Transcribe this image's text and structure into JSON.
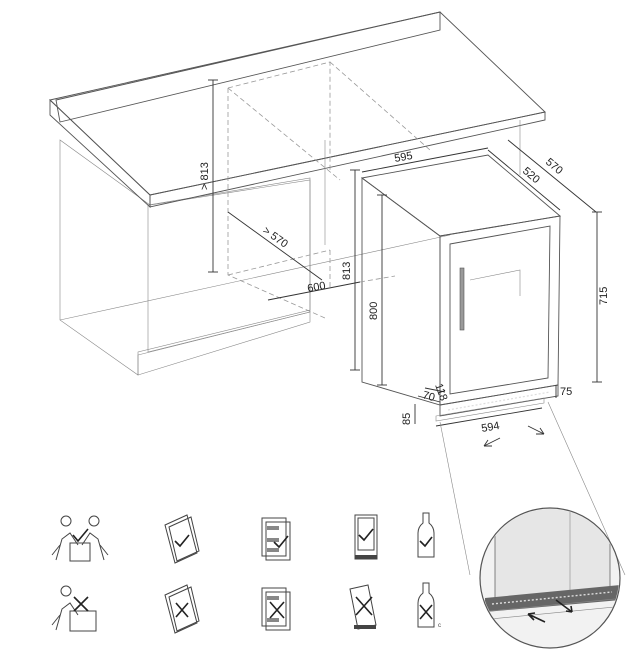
{
  "dimensions": {
    "counter_height": "> 813",
    "niche_depth": "> 570",
    "niche_width": "600",
    "niche_height": "813",
    "appliance_height": "800",
    "appliance_width": "595",
    "depth_body": "520",
    "depth_total": "570",
    "cabinet_height": "715",
    "plinth_depth_118": "118",
    "plinth_depth_70": "70",
    "plinth_height_85": "85",
    "base_height_75": "75",
    "base_width": "594"
  },
  "icons": {
    "correct_row": [
      "two-person-lift-icon",
      "manual-check-icon",
      "leaflet-check-icon",
      "door-check-icon",
      "bottle-check-icon"
    ],
    "wrong_row": [
      "one-person-lift-icon",
      "manual-cross-icon",
      "leaflet-cross-icon",
      "door-cross-icon",
      "bottle-cross-icon"
    ],
    "small_mark": "c"
  },
  "colors": {
    "counter_gray": "#dcdcdc",
    "cabinet_gray": "#cfcfcf",
    "line": "#555555"
  }
}
